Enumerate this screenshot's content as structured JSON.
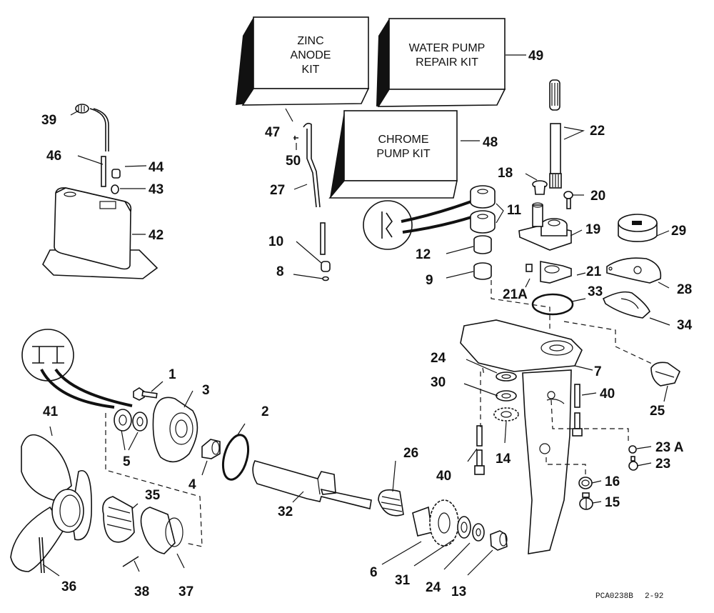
{
  "diagram": {
    "title": "Outboard gearcase / lower unit exploded parts diagram",
    "drawing_code": "PCA0238B",
    "drawing_date": "2-92",
    "kits": [
      {
        "id": "47",
        "lines": [
          "ZINC",
          "ANODE",
          "KIT"
        ]
      },
      {
        "id": "49",
        "lines": [
          "WATER PUMP",
          "REPAIR KIT"
        ]
      },
      {
        "id": "48",
        "lines": [
          "CHROME",
          "PUMP KIT"
        ]
      }
    ],
    "callouts": {
      "c1": "1",
      "c2": "2",
      "c3": "3",
      "c4": "4",
      "c5": "5",
      "c6": "6",
      "c7": "7",
      "c8": "8",
      "c9": "9",
      "c10": "10",
      "c11": "11",
      "c12": "12",
      "c13": "13",
      "c14": "14",
      "c15": "15",
      "c16": "16",
      "c18": "18",
      "c19": "19",
      "c20": "20",
      "c21": "21",
      "c21a": "21A",
      "c22": "22",
      "c23": "23",
      "c23a": "23 A",
      "c24a": "24",
      "c24b": "24",
      "c25": "25",
      "c26": "26",
      "c27": "27",
      "c28": "28",
      "c29": "29",
      "c30": "30",
      "c31": "31",
      "c32": "32",
      "c33": "33",
      "c34": "34",
      "c35": "35",
      "c36": "36",
      "c37": "37",
      "c38": "38",
      "c39": "39",
      "c40a": "40",
      "c40b": "40",
      "c41": "41",
      "c42": "42",
      "c43": "43",
      "c44": "44",
      "c46": "46",
      "c47": "47",
      "c48": "48",
      "c49": "49",
      "c50": "50"
    }
  }
}
